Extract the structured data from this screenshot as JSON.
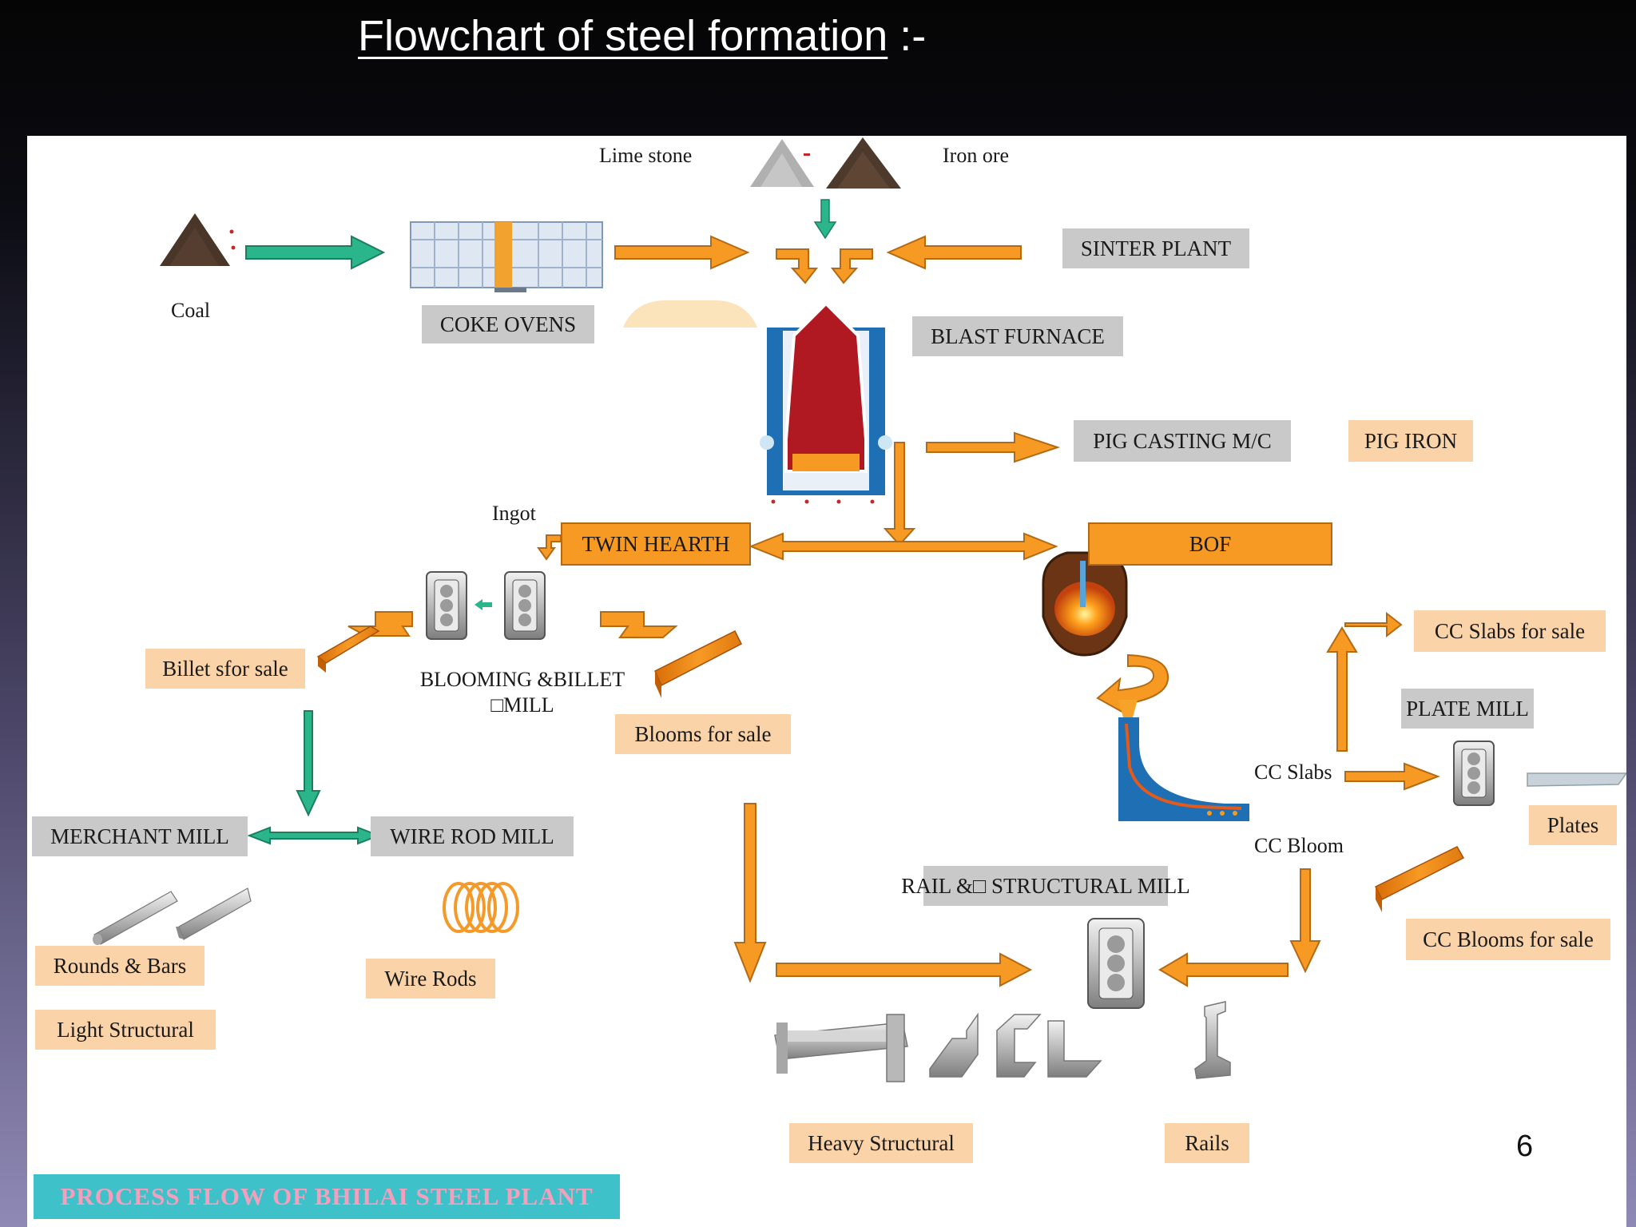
{
  "title": {
    "text": "Flowchart of steel formation",
    "suffix": " :-"
  },
  "raw_materials": {
    "lime_stone": "Lime stone",
    "iron_ore": "Iron ore",
    "coal": "Coal"
  },
  "units": {
    "coke_ovens": "COKE OVENS",
    "sinter_plant": "SINTER PLANT",
    "blast_furnace": "BLAST FURNACE",
    "pig_casting": "PIG CASTING M/C",
    "pig_iron": "PIG IRON",
    "twin_hearth": "TWIN HEARTH",
    "bof": "BOF",
    "plate_mill": "PLATE MILL",
    "merchant_mill": "MERCHANT MILL",
    "wire_rod_mill": "WIRE ROD MILL",
    "rail_structural_mill": "RAIL &□ STRUCTURAL MILL"
  },
  "labels": {
    "ingot": "Ingot",
    "blooming_line1": "BLOOMING &BILLET",
    "blooming_line2": "□MILL",
    "cc_slabs": "CC Slabs",
    "cc_bloom": "CC Bloom"
  },
  "products": {
    "billets_for_sale": "Billet sfor sale",
    "blooms_for_sale": "Blooms for sale",
    "cc_slabs_for_sale": "CC Slabs for sale",
    "plates": "Plates",
    "cc_blooms_for_sale": "CC Blooms for sale",
    "rounds_bars": "Rounds & Bars",
    "light_structural": "Light Structural",
    "wire_rods": "Wire Rods",
    "heavy_structural": "Heavy Structural",
    "rails": "Rails"
  },
  "caption": "PROCESS FLOW OF BHILAI STEEL PLANT",
  "page_number": "6",
  "colors": {
    "orange_arrow": "#f79a24",
    "green_arrow": "#2bb58a",
    "unit_gray": "#c9c9c9",
    "product_peach": "#fbd3a8",
    "furnace_red": "#b01822",
    "furnace_blue": "#1f6fb5"
  }
}
